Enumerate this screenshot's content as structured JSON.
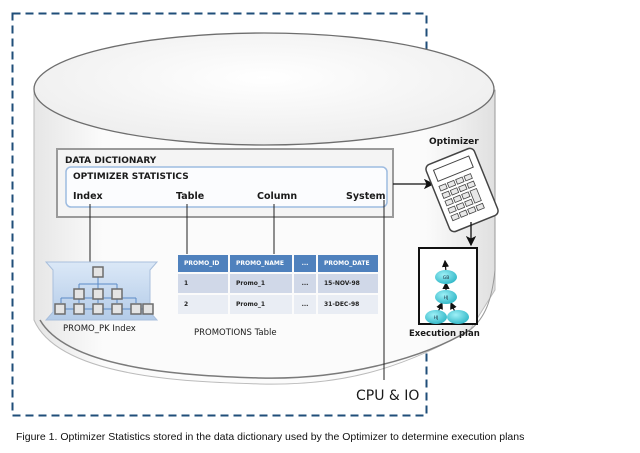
{
  "diagram": {
    "data_dictionary_label": "DATA DICTIONARY",
    "optimizer_statistics_label": "OPTIMIZER STATISTICS",
    "statistics_types": [
      "Index",
      "Table",
      "Column",
      "System"
    ],
    "optimizer_label": "Optimizer",
    "execution_plan_label": "Execution plan",
    "execution_plan_nodes": [
      "GB",
      "HJ",
      "HJ",
      ""
    ],
    "index_label": "PROMO_PK Index",
    "table_label": "PROMOTIONS Table",
    "cpu_io_label": "CPU & IO",
    "promotions_table": {
      "columns": [
        "PROMO_ID",
        "PROMO_NAME",
        "...",
        "PROMO_DATE"
      ],
      "rows": [
        [
          "1",
          "Promo_1",
          "...",
          "15-NOV-98"
        ],
        [
          "2",
          "Promo_1",
          "...",
          "31-DEC-98"
        ]
      ]
    },
    "colors": {
      "dashed_border": "#1f4e79",
      "table_header": "#4f81bd",
      "table_row_odd": "#d0d8e8",
      "table_row_even": "#e9edf4",
      "plan_node": "#4cc9d6",
      "index_icon_bg": "#c5d9f1"
    }
  },
  "caption": "Figure 1. Optimizer Statistics stored in the data dictionary used by the Optimizer to determine execution plans"
}
